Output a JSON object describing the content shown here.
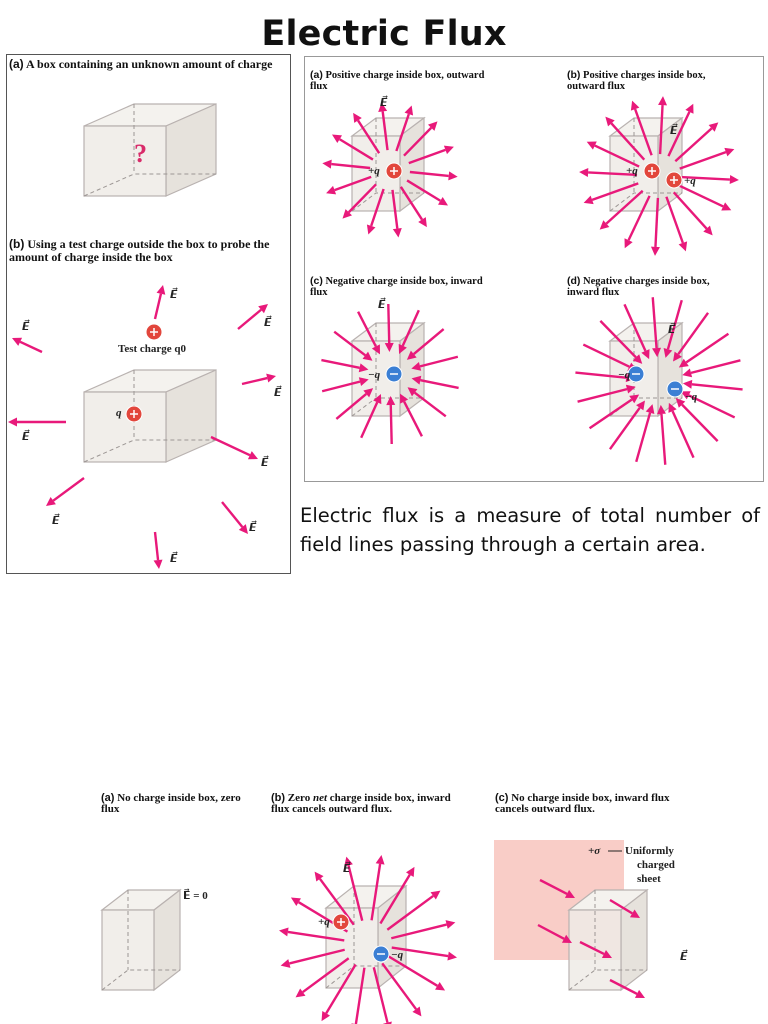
{
  "title": "Electric Flux",
  "left_figure": {
    "caption_a_letter": "(a)",
    "caption_a": " A box containing an unknown amount of charge",
    "caption_b_letter": "(b)",
    "caption_b": " Using a test charge outside the box to probe the amount of charge inside the box",
    "unknown_mark": "?",
    "test_charge_label": "Test charge q0",
    "inner_charge_label": "q",
    "field_symbol": "E⃗"
  },
  "right_figure": {
    "a_letter": "(a)",
    "a_caption": " Positive charge inside box, outward flux",
    "b_letter": "(b)",
    "b_caption": " Positive charges inside box, outward flux",
    "c_letter": "(c)",
    "c_caption": " Negative charge inside box, inward flux",
    "d_letter": "(d)",
    "d_caption": " Negative charges inside box, inward flux",
    "pos_label": "+q",
    "neg_label": "−q",
    "field_symbol": "E⃗"
  },
  "description": "Electric flux is  a measure of total number of field lines passing through a certain area.",
  "bottom_figure": {
    "a_letter": "(a)",
    "a_caption": " No charge inside box, zero flux",
    "a_field": "E⃗ = 0",
    "b_letter": "(b)",
    "b_caption_1": " Zero ",
    "b_caption_em": "net",
    "b_caption_2": " charge inside box, inward flux cancels outward flux.",
    "c_letter": "(c)",
    "c_caption": " No charge inside box, inward flux cancels outward flux.",
    "sheet_symbol": "+σ",
    "sheet_label": "Uniformly charged sheet",
    "pos_label": "+q",
    "neg_label": "−q",
    "field_symbol": "E⃗"
  },
  "colors": {
    "arrow": "#e8197a",
    "box_face": "#eeebe6",
    "positive": "#e2463c",
    "negative": "#3b7fd4",
    "sheet": "#f9cdc7"
  }
}
